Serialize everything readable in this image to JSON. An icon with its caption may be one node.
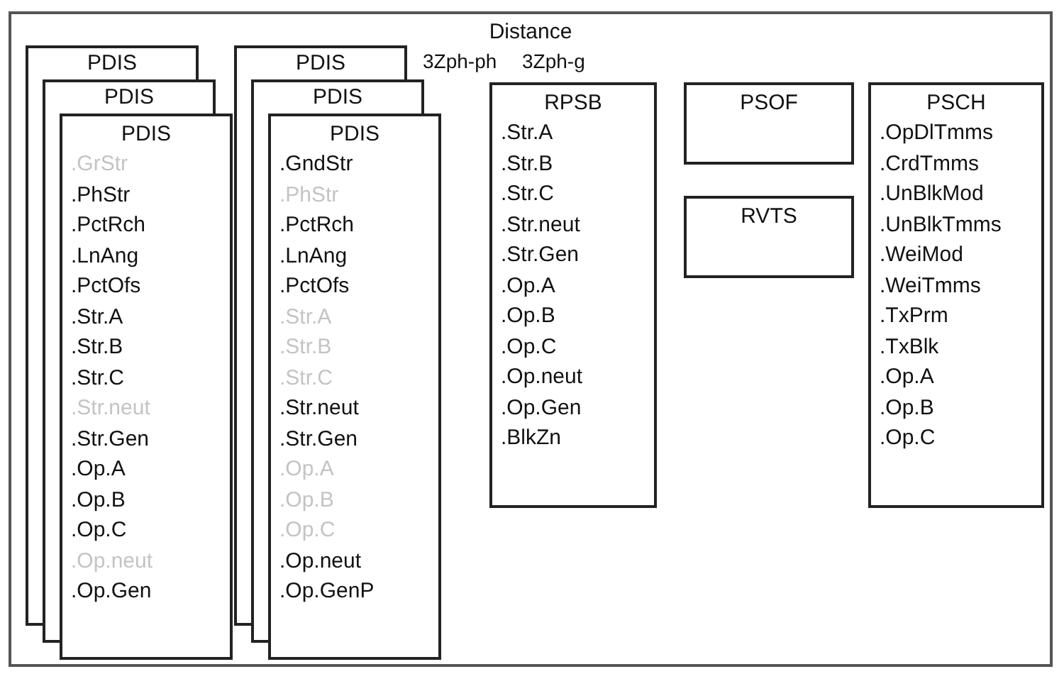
{
  "diagram": {
    "nodes": [
      {
        "text": [
          "Distance"
        ]
      },
      {
        "text": [
          "PDIS"
        ],
        "in": 0
      },
      {
        "text": [
          "PDIS"
        ],
        "in": 0
      },
      {
        "text": [
          "PDIS",
          ".GrStr",
          ".PhStr",
          ".PctRch",
          ".LnAng",
          ".PctOfs",
          ".Str.A",
          ".Str.B",
          ".Str.C",
          ".Str.neut",
          ".Str.Gen",
          ".Op.A",
          ".Op.B",
          ".Op.C",
          ".Op.neut",
          ".Op.Gen"
        ],
        "in": 0
      },
      {
        "text": [
          "PDIS"
        ],
        "in": 0
      },
      {
        "text": [
          "PDIS"
        ],
        "in": 0
      },
      {
        "text": [
          "PDIS",
          ".GndStr",
          ".PhStr",
          ".PctRch",
          ".LnAng",
          ".PctOfs",
          ".Str.A",
          ".Str.B",
          ".Str.C",
          ".Str.neut",
          ".Str.Gen",
          ".Op.A",
          ".Op.B",
          ".Op.C",
          ".Op.neut",
          ".Op.GenP"
        ],
        "in": 0
      },
      {
        "text": [
          "RPSB",
          ".Str.A",
          ".Str.B",
          ".Str.C",
          ".Str.neut",
          ".Str.Gen",
          ".Op.A",
          ".Op.B",
          ".Op.C",
          ".Op.neut",
          ".Op.Gen",
          ".BlkZn"
        ],
        "in": 0
      },
      {
        "text": [
          "PSOF"
        ],
        "in": 0
      },
      {
        "text": [
          "RVTS"
        ],
        "in": 0
      },
      {
        "text": [
          "PSCH",
          ".OpDlTmms",
          ".CrdTmms",
          ".UnBlkMod",
          ".UnBlkTmms",
          ".WeiMod",
          ".WeiTmms",
          ".TxPrm",
          ".TxBlk",
          ".Op.A",
          ".Op.B",
          ".Op.C"
        ],
        "in": 0
      }
    ],
    "labels": [
      "3Zph-ph",
      "3Zph-g"
    ]
  }
}
